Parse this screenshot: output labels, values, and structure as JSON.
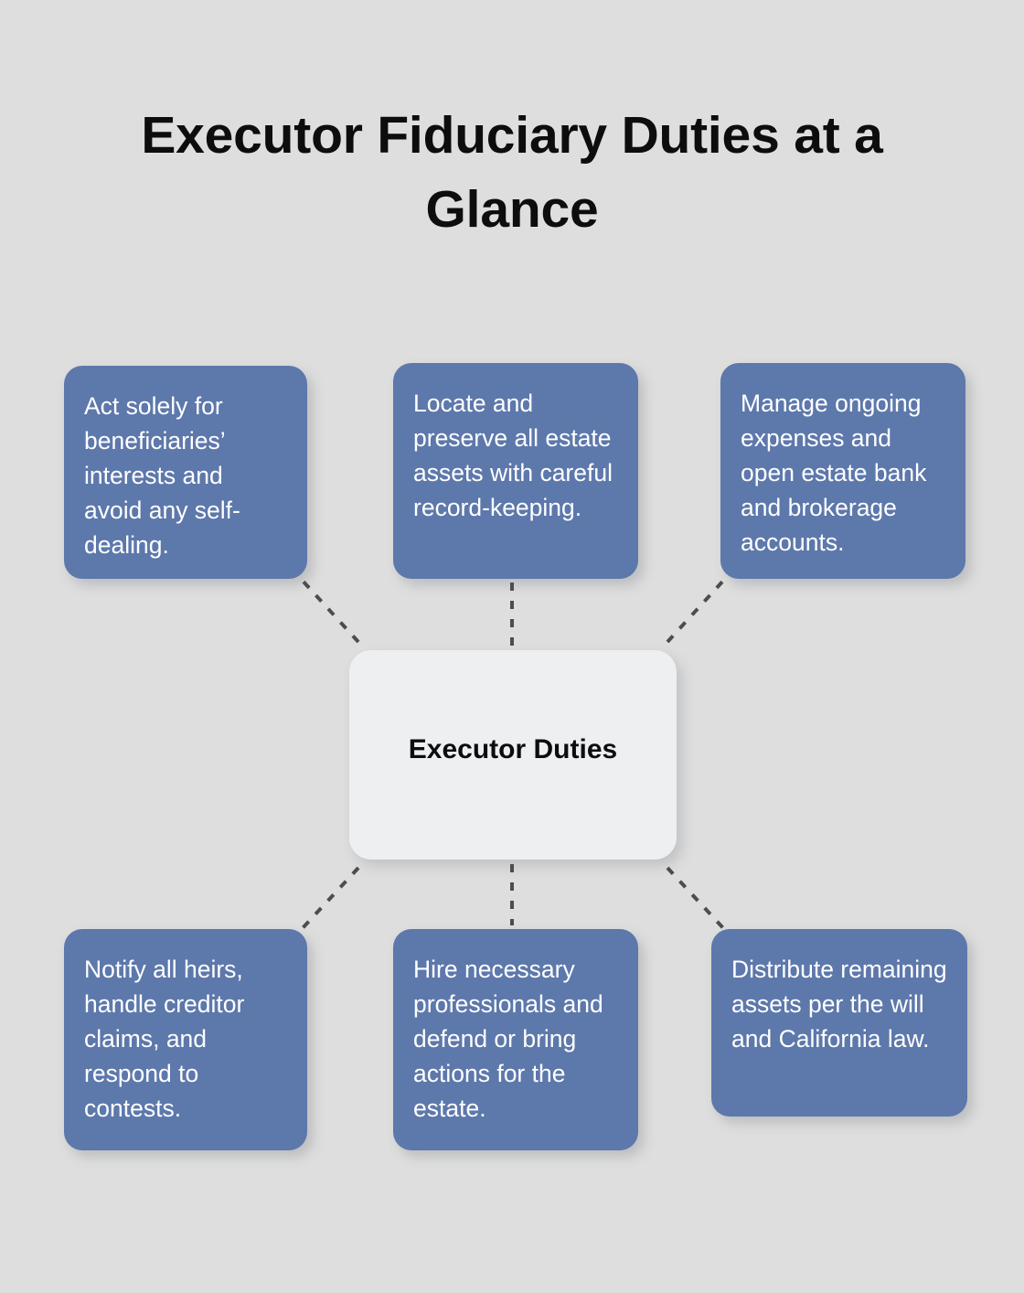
{
  "page": {
    "title": "Executor Fiduciary Duties at a\nGlance",
    "background_color": "#dedede"
  },
  "diagram": {
    "center": {
      "label": "Executor Duties",
      "fill_color": "#eeeff1",
      "text_color": "#0d0d0d"
    },
    "connector": {
      "style": "dashed",
      "color": "#4d4d4d",
      "width": 4,
      "dash": "9 11"
    },
    "node_fill_color": "#5d78ab",
    "node_text_color": "#ffffff",
    "nodes": [
      {
        "id": "act-solely",
        "text": "Act solely for beneficiaries’ interests and avoid any self-dealing."
      },
      {
        "id": "locate-preserve",
        "text": "Locate and preserve all estate assets with careful record-keeping."
      },
      {
        "id": "manage-expenses",
        "text": "Manage ongoing expenses and open estate bank and brokerage accounts."
      },
      {
        "id": "notify-heirs",
        "text": "Notify all heirs, handle creditor claims, and respond to contests."
      },
      {
        "id": "hire-professionals",
        "text": "Hire necessary professionals and defend or bring actions for the estate."
      },
      {
        "id": "distribute-assets",
        "text": "Distribute remaining assets per the will and California law."
      }
    ]
  },
  "chart_data": {
    "type": "diagram",
    "subtype": "hub-and-spoke",
    "title": "Executor Fiduciary Duties at a Glance",
    "center": "Executor Duties",
    "spokes": [
      "Act solely for beneficiaries’ interests and avoid any self-dealing.",
      "Locate and preserve all estate assets with careful record-keeping.",
      "Manage ongoing expenses and open estate bank and brokerage accounts.",
      "Notify all heirs, handle creditor claims, and respond to contests.",
      "Hire necessary professionals and defend or bring actions for the estate.",
      "Distribute remaining assets per the will and California law."
    ],
    "edges": [
      {
        "from": "Executor Duties",
        "to": "Act solely for beneficiaries’ interests and avoid any self-dealing."
      },
      {
        "from": "Executor Duties",
        "to": "Locate and preserve all estate assets with careful record-keeping."
      },
      {
        "from": "Executor Duties",
        "to": "Manage ongoing expenses and open estate bank and brokerage accounts."
      },
      {
        "from": "Executor Duties",
        "to": "Notify all heirs, handle creditor claims, and respond to contests."
      },
      {
        "from": "Executor Duties",
        "to": "Hire necessary professionals and defend or bring actions for the estate."
      },
      {
        "from": "Executor Duties",
        "to": "Distribute remaining assets per the will and California law."
      }
    ]
  }
}
